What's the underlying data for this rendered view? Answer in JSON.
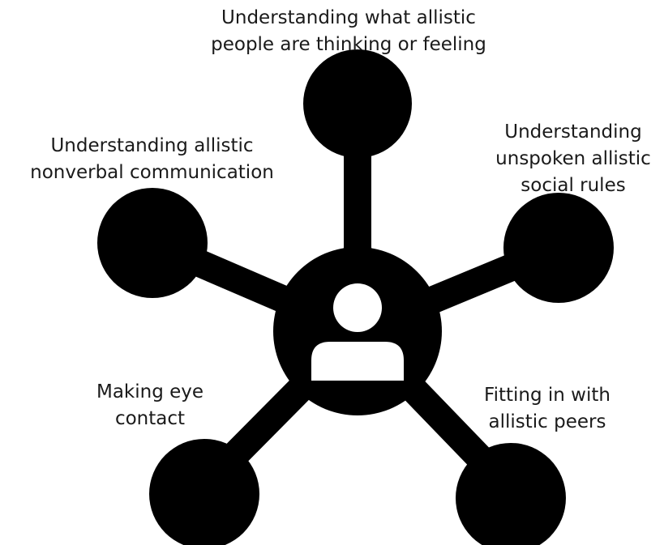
{
  "colors": {
    "shape": "#000000",
    "icon": "#ffffff",
    "text": "#1a1a1a",
    "background": "#ffffff"
  },
  "center": {
    "icon": "person-icon"
  },
  "labels": {
    "top": [
      "Understanding what allistic",
      "people are thinking or feeling"
    ],
    "left": [
      "Understanding allistic",
      "nonverbal communication"
    ],
    "right": [
      "Understanding",
      "unspoken allistic",
      "social rules"
    ],
    "bottom_left": [
      "Making eye",
      "contact"
    ],
    "bottom_right": [
      "Fitting in with",
      "allistic peers"
    ]
  }
}
